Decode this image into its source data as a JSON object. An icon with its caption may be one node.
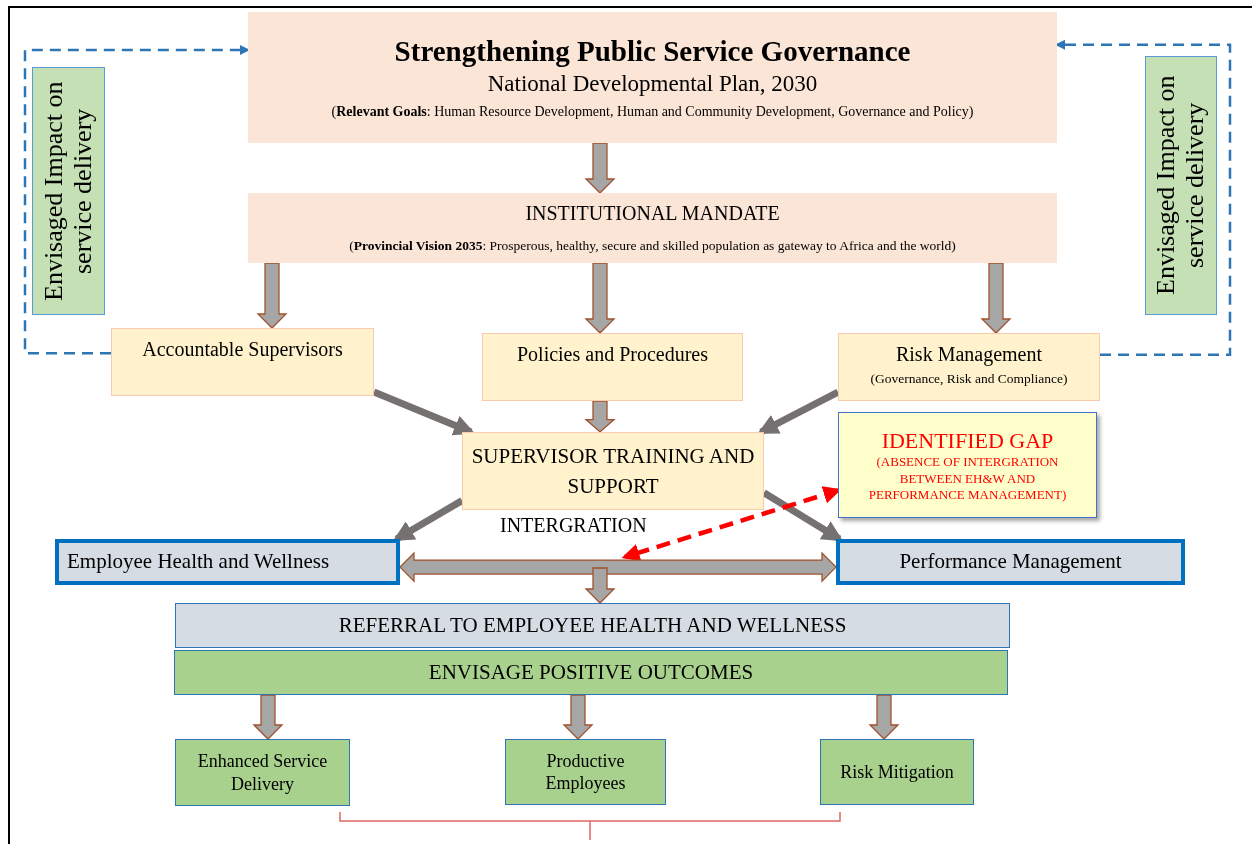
{
  "diagram": {
    "nodes": [
      {
        "text": [
          "Strengthening Public Service Governance",
          "National Developmental Plan, 2030",
          "(**Relevant Goals**: Human Resource Development, Human and Community Development, Governance and Policy)"
        ]
      },
      {
        "text": [
          "INSTITUTIONAL MANDATE",
          "(**Provincial Vision 2035**: Prosperous, healthy, secure and skilled population as gateway to Africa and the world)"
        ]
      },
      {
        "text": [
          "Envisaged Impact on service delivery"
        ]
      },
      {
        "text": [
          "Envisaged Impact on service delivery"
        ]
      },
      {
        "text": [
          "Accountable Supervisors"
        ]
      },
      {
        "text": [
          "Policies and Procedures"
        ]
      },
      {
        "text": [
          "Risk Management",
          "(Governance, Risk and Compliance)"
        ]
      },
      {
        "text": [
          "SUPERVISOR TRAINING AND SUPPORT"
        ]
      },
      {
        "text": [
          "IDENTIFIED GAP",
          "(ABSENCE OF INTERGRATION BETWEEN EH&W AND PERFORMANCE MANAGEMENT)"
        ]
      },
      {
        "text": [
          "Employee Health and Wellness"
        ]
      },
      {
        "text": [
          "Performance Management"
        ]
      },
      {
        "text": [
          "REFERRAL TO EMPLOYEE HEALTH AND WELLNESS"
        ]
      },
      {
        "text": [
          "ENVISAGE POSITIVE OUTCOMES"
        ]
      },
      {
        "text": [
          "Enhanced Service Delivery"
        ]
      },
      {
        "text": [
          "Productive Employees"
        ]
      },
      {
        "text": [
          "Risk Mitigation"
        ]
      }
    ],
    "edges": [
      {
        "from": 0,
        "to": 1,
        "arrow": "to"
      },
      {
        "from": 1,
        "to": 4,
        "arrow": "to"
      },
      {
        "from": 1,
        "to": 5,
        "arrow": "to"
      },
      {
        "from": 1,
        "to": 6,
        "arrow": "to"
      },
      {
        "from": 4,
        "to": 7,
        "arrow": "to",
        "color": "#767171"
      },
      {
        "from": 5,
        "to": 7,
        "arrow": "to"
      },
      {
        "from": 6,
        "to": 7,
        "arrow": "to",
        "color": "#767171"
      },
      {
        "from": 7,
        "to": 9,
        "arrow": "to",
        "color": "#767171"
      },
      {
        "from": 7,
        "to": 10,
        "arrow": "to",
        "color": "#767171"
      },
      {
        "from": 8,
        "to": null,
        "arrow": "both",
        "style": "dashed",
        "color": "#ff0000"
      },
      {
        "from": 9,
        "to": 10,
        "arrow": "both"
      },
      {
        "from": null,
        "to": 11,
        "arrow": "to"
      },
      {
        "from": 12,
        "to": 13,
        "arrow": "to"
      },
      {
        "from": 12,
        "to": 14,
        "arrow": "to"
      },
      {
        "from": 12,
        "to": 15,
        "arrow": "to"
      },
      {
        "from": 4,
        "to": 0,
        "arrow": "to",
        "style": "dashed",
        "color": "#2e75b6"
      },
      {
        "from": 6,
        "to": 0,
        "arrow": "to",
        "style": "dashed",
        "color": "#2e75b6"
      }
    ],
    "labels": [
      "INTERGRATION"
    ]
  }
}
